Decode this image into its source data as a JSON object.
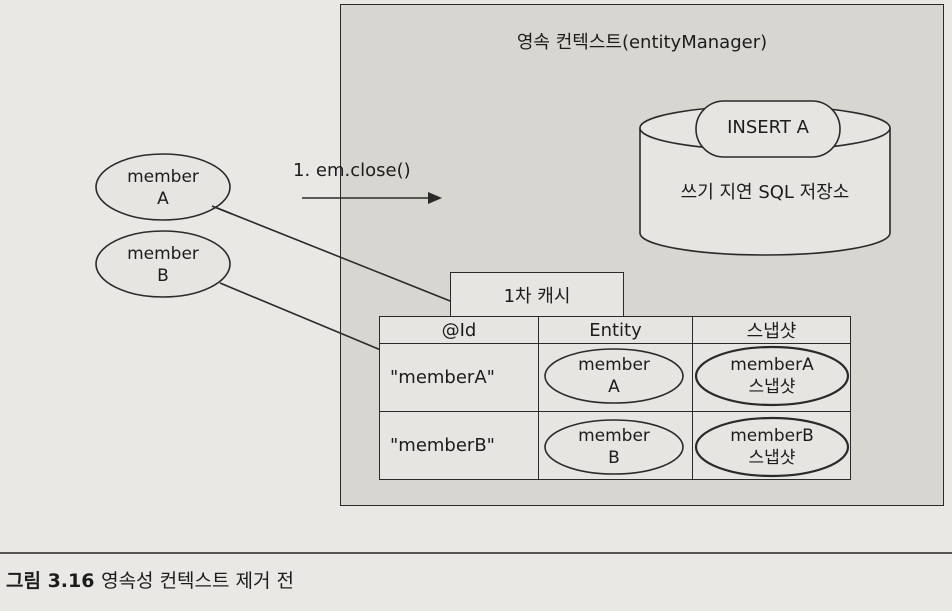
{
  "persistence_context": {
    "title": "영속 컨텍스트(entityManager)"
  },
  "sql_store": {
    "label": "쓰기 지연 SQL 저장소",
    "queued_sql": "INSERT A"
  },
  "operation": {
    "label": "1. em.close()"
  },
  "external_entities": [
    {
      "name_line1": "member",
      "name_line2": "A"
    },
    {
      "name_line1": "member",
      "name_line2": "B"
    }
  ],
  "first_level_cache": {
    "title": "1차 캐시",
    "headers": [
      "@Id",
      "Entity",
      "스냅샷"
    ],
    "rows": [
      {
        "id": "\"memberA\"",
        "entity_line1": "member",
        "entity_line2": "A",
        "snapshot_line1": "memberA",
        "snapshot_line2": "스냅샷"
      },
      {
        "id": "\"memberB\"",
        "entity_line1": "member",
        "entity_line2": "B",
        "snapshot_line1": "memberB",
        "snapshot_line2": "스냅샷"
      }
    ]
  },
  "caption": {
    "number": "그림 3.16",
    "text": "영속성 컨텍스트 제거 전"
  }
}
